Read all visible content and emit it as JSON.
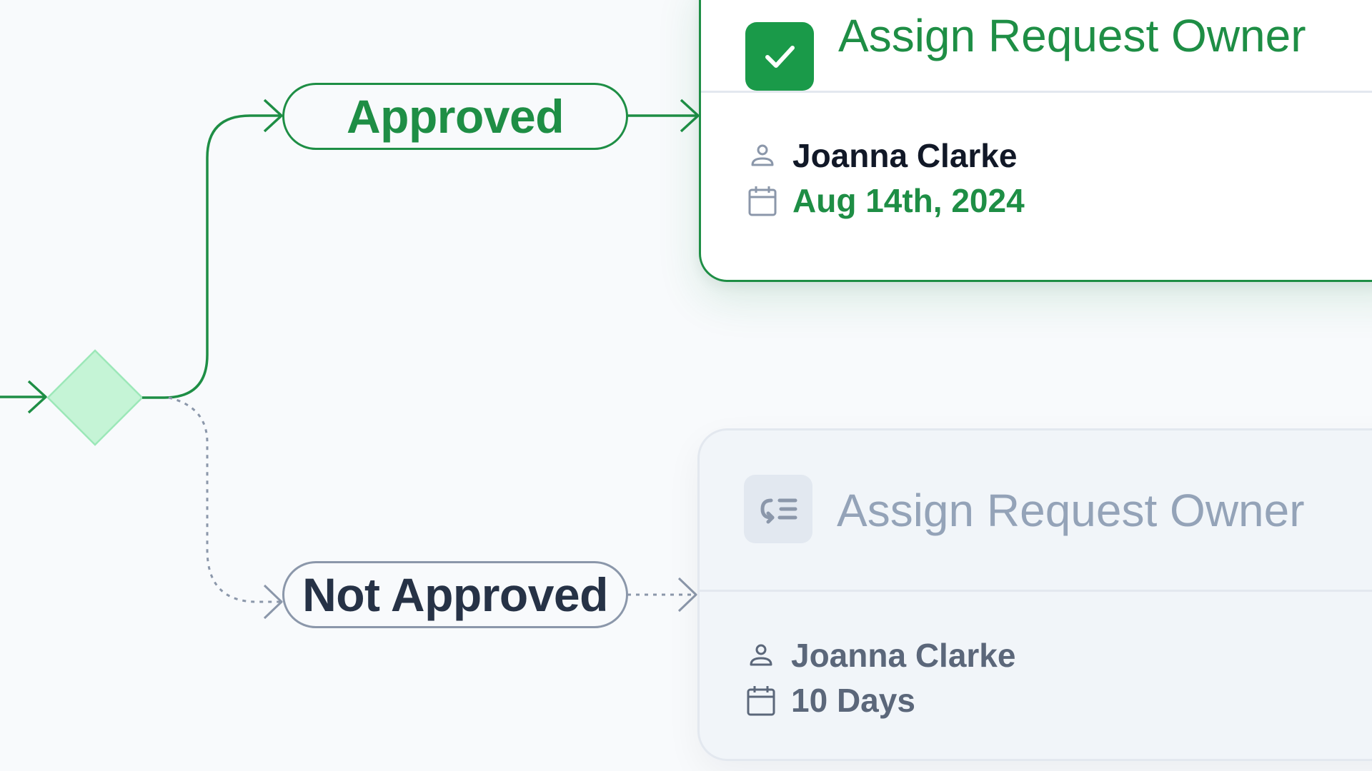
{
  "branches": {
    "approved": {
      "label": "Approved"
    },
    "not_approved": {
      "label": "Not Approved"
    }
  },
  "tasks": {
    "approved": {
      "title": "Assign Request Owner",
      "owner": "Joanna Clarke",
      "due": "Aug 14th, 2024",
      "status": "completed",
      "status_icon": "check-icon"
    },
    "not_approved": {
      "title": "Assign Request Owner",
      "owner": "Joanna Clarke",
      "due": "10 Days",
      "status": "pending",
      "status_icon": "task-list-icon"
    }
  },
  "colors": {
    "accent": "#1e8e45",
    "decision": "#c5f4d6",
    "muted_line": "#8b97aa",
    "background": "#f8fafc"
  }
}
